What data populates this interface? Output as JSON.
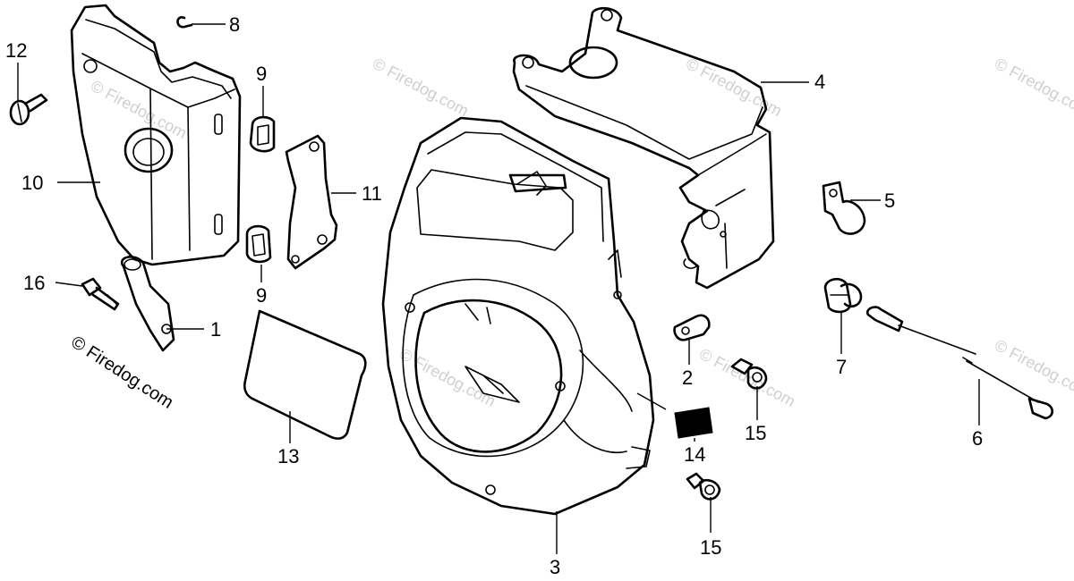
{
  "watermark": {
    "main": "© Firedog.com",
    "faint": "© Firedog.com"
  },
  "labels": {
    "p1": "1",
    "p2": "2",
    "p3": "3",
    "p4": "4",
    "p5": "5",
    "p6": "6",
    "p7": "7",
    "p8": "8",
    "p9a": "9",
    "p9b": "9",
    "p10": "10",
    "p11": "11",
    "p12": "12",
    "p13": "13",
    "p14": "14",
    "p15a": "15",
    "p15b": "15",
    "p16": "16"
  }
}
